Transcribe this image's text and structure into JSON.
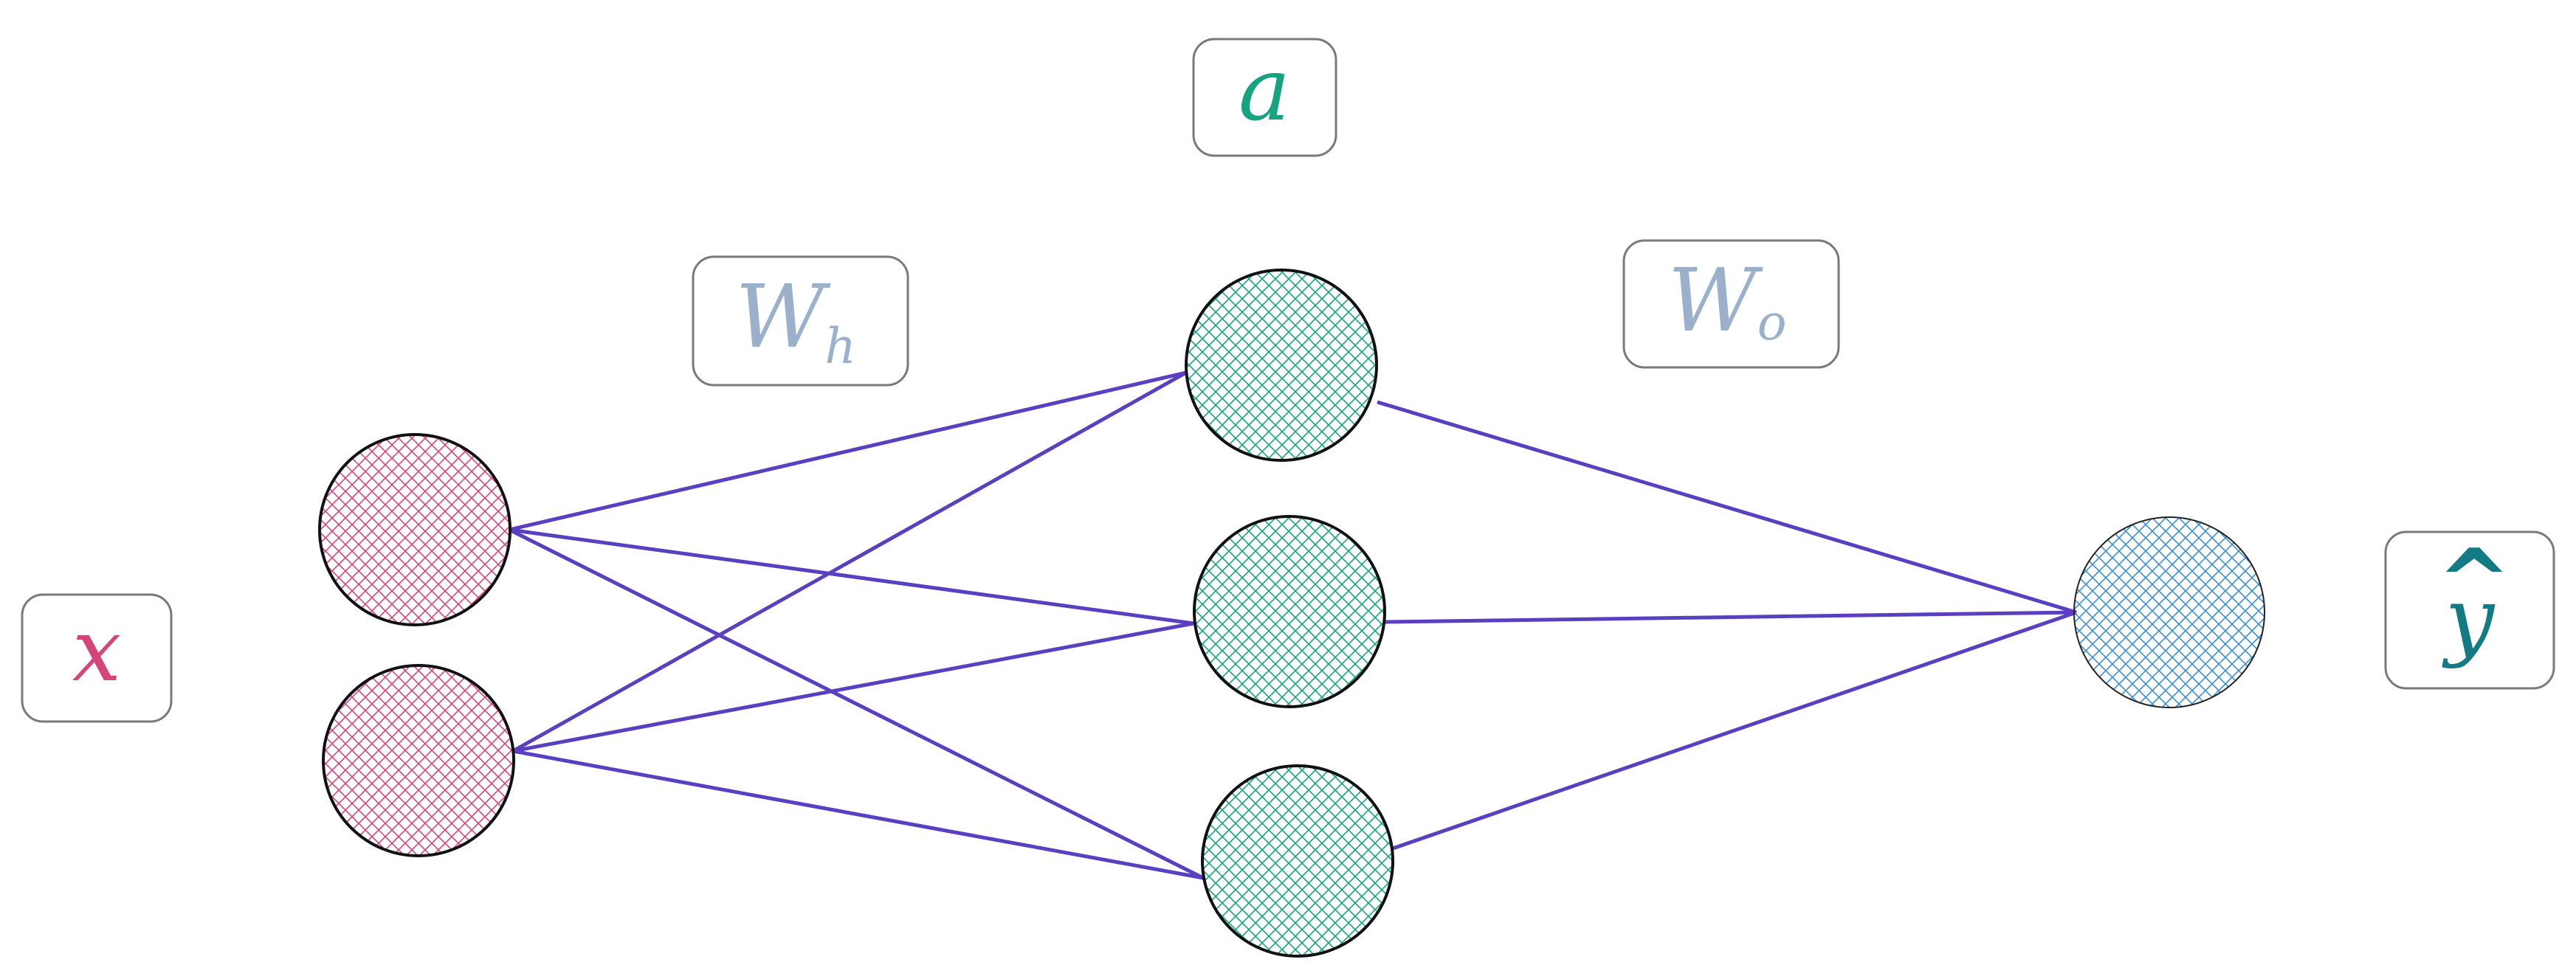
{
  "labels": {
    "input": "x",
    "hidden": "a",
    "weights_hidden": "W",
    "weights_hidden_sub": "h",
    "weights_output": "W",
    "weights_output_sub": "o",
    "output": "y",
    "output_hat": "^"
  },
  "colors": {
    "input": "#d6457a",
    "hidden": "#16a37f",
    "output_node": "#3a8fd6",
    "output_label": "#137b83",
    "weights": "#9bb1cb",
    "edges": "#5a3fc0",
    "node_outline": "#111111",
    "box_outline": "#7a7a7a"
  },
  "network": {
    "layers": [
      {
        "name": "input",
        "units": 2
      },
      {
        "name": "hidden",
        "units": 3
      },
      {
        "name": "output",
        "units": 1
      }
    ]
  }
}
